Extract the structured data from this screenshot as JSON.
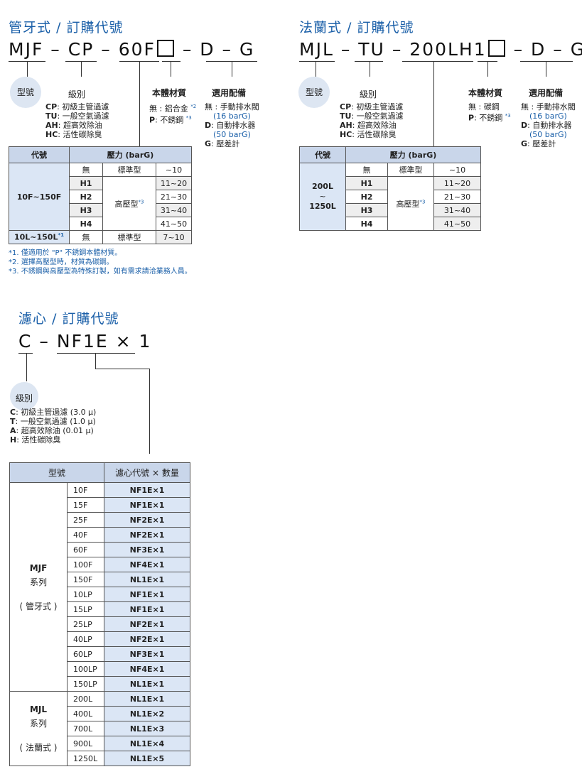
{
  "mjf": {
    "title": "管牙式 / 訂購代號",
    "code": {
      "p1": "MJF",
      "p2": "CP",
      "p3": "60F",
      "p4": "D",
      "p5": "G",
      "sep": "–"
    },
    "labels": {
      "model": "型號",
      "grade": "級別",
      "material": "本體材質",
      "option": "選用配備"
    },
    "grades": [
      {
        "code": "CP",
        "text": "初級主管過濾"
      },
      {
        "code": "TU",
        "text": "一般空氣過濾"
      },
      {
        "code": "AH",
        "text": "超高效除油"
      },
      {
        "code": "HC",
        "text": "活性碳除臭"
      }
    ],
    "materials": [
      {
        "code": "無",
        "text": "鋁合金",
        "note": "*2"
      },
      {
        "code": "P",
        "text": "不銹鋼",
        "note": "*3"
      }
    ],
    "options": [
      {
        "code": "無",
        "text": "手動排水閥",
        "sub": "(16 barG)"
      },
      {
        "code": "D",
        "text": "自動排水器",
        "sub": "(50 barG)"
      },
      {
        "code": "G",
        "text": "壓差計",
        "sub": ""
      }
    ],
    "table": {
      "h_code": "代號",
      "h_pressure": "壓力 (barG)",
      "range1": "10F~150F",
      "range2": "10L~150L",
      "range2_note": "*1",
      "high_label": "高壓型",
      "high_note": "*3",
      "std_label": "標準型",
      "rows": [
        {
          "code": "無",
          "val": "~10"
        },
        {
          "code": "H1",
          "val": "11~20"
        },
        {
          "code": "H2",
          "val": "21~30"
        },
        {
          "code": "H3",
          "val": "31~40"
        },
        {
          "code": "H4",
          "val": "41~50"
        }
      ],
      "row_last": {
        "code": "無",
        "val": "7~10"
      }
    },
    "notes": [
      "*1. 僅適用於 \"P\" 不銹鋼本體材質。",
      "*2. 選擇高壓型時，材質為碳鋼。",
      "*3. 不銹鋼與高壓型為特殊訂製，如有需求請洽業務人員。"
    ]
  },
  "mjl": {
    "title": "法蘭式 / 訂購代號",
    "code": {
      "p1": "MJL",
      "p2": "TU",
      "p3": "200LH1",
      "p4": "D",
      "p5": "G",
      "sep": "–"
    },
    "labels": {
      "model": "型號",
      "grade": "級別",
      "material": "本體材質",
      "option": "選用配備"
    },
    "grades": [
      {
        "code": "CP",
        "text": "初級主管過濾"
      },
      {
        "code": "TU",
        "text": "一般空氣過濾"
      },
      {
        "code": "AH",
        "text": "超高效除油"
      },
      {
        "code": "HC",
        "text": "活性碳除臭"
      }
    ],
    "materials": [
      {
        "code": "無",
        "text": "碳鋼",
        "note": ""
      },
      {
        "code": "P",
        "text": "不銹鋼",
        "note": "*3"
      }
    ],
    "options": [
      {
        "code": "無",
        "text": "手動排水閥",
        "sub": "(16 barG)"
      },
      {
        "code": "D",
        "text": "自動排水器",
        "sub": "(50 barG)"
      },
      {
        "code": "G",
        "text": "壓差計",
        "sub": ""
      }
    ],
    "table": {
      "h_code": "代號",
      "h_pressure": "壓力 (barG)",
      "range_top": "200L",
      "range_mid": "~",
      "range_bot": "1250L",
      "high_label": "高壓型",
      "high_note": "*3",
      "std_label": "標準型",
      "rows": [
        {
          "code": "無",
          "val": "~10"
        },
        {
          "code": "H1",
          "val": "11~20"
        },
        {
          "code": "H2",
          "val": "21~30"
        },
        {
          "code": "H3",
          "val": "31~40"
        },
        {
          "code": "H4",
          "val": "41~50"
        }
      ]
    }
  },
  "element": {
    "title": "濾心 / 訂購代號",
    "code": {
      "p1": "C",
      "sep": "–",
      "p2": "NF1E",
      "times": "×",
      "p3": "1"
    },
    "grade_label": "級別",
    "grades": [
      {
        "code": "C",
        "text": "初級主管過濾 (3.0 μ)"
      },
      {
        "code": "T",
        "text": "一般空氣過濾 (1.0 μ)"
      },
      {
        "code": "A",
        "text": "超高效除油 (0.01 μ)"
      },
      {
        "code": "H",
        "text": "活性碳除臭"
      }
    ],
    "table": {
      "h_model": "型號",
      "h_code": "濾心代號 × 數量",
      "mjf_series": {
        "name": "MJF",
        "line2": "系列",
        "line3": "( 管牙式 )"
      },
      "mjl_series": {
        "name": "MJL",
        "line2": "系列",
        "line3": "( 法蘭式 )"
      },
      "mjf_rows": [
        {
          "model": "10F",
          "code": "NF1E×1"
        },
        {
          "model": "15F",
          "code": "NF1E×1"
        },
        {
          "model": "25F",
          "code": "NF2E×1"
        },
        {
          "model": "40F",
          "code": "NF2E×1"
        },
        {
          "model": "60F",
          "code": "NF3E×1"
        },
        {
          "model": "100F",
          "code": "NF4E×1"
        },
        {
          "model": "150F",
          "code": "NL1E×1"
        },
        {
          "model": "10LP",
          "code": "NF1E×1"
        },
        {
          "model": "15LP",
          "code": "NF1E×1"
        },
        {
          "model": "25LP",
          "code": "NF2E×1"
        },
        {
          "model": "40LP",
          "code": "NF2E×1"
        },
        {
          "model": "60LP",
          "code": "NF3E×1"
        },
        {
          "model": "100LP",
          "code": "NF4E×1"
        },
        {
          "model": "150LP",
          "code": "NL1E×1"
        }
      ],
      "mjl_rows": [
        {
          "model": "200L",
          "code": "NL1E×1"
        },
        {
          "model": "400L",
          "code": "NL1E×2"
        },
        {
          "model": "700L",
          "code": "NL1E×3"
        },
        {
          "model": "900L",
          "code": "NL1E×4"
        },
        {
          "model": "1250L",
          "code": "NL1E×5"
        }
      ]
    }
  }
}
